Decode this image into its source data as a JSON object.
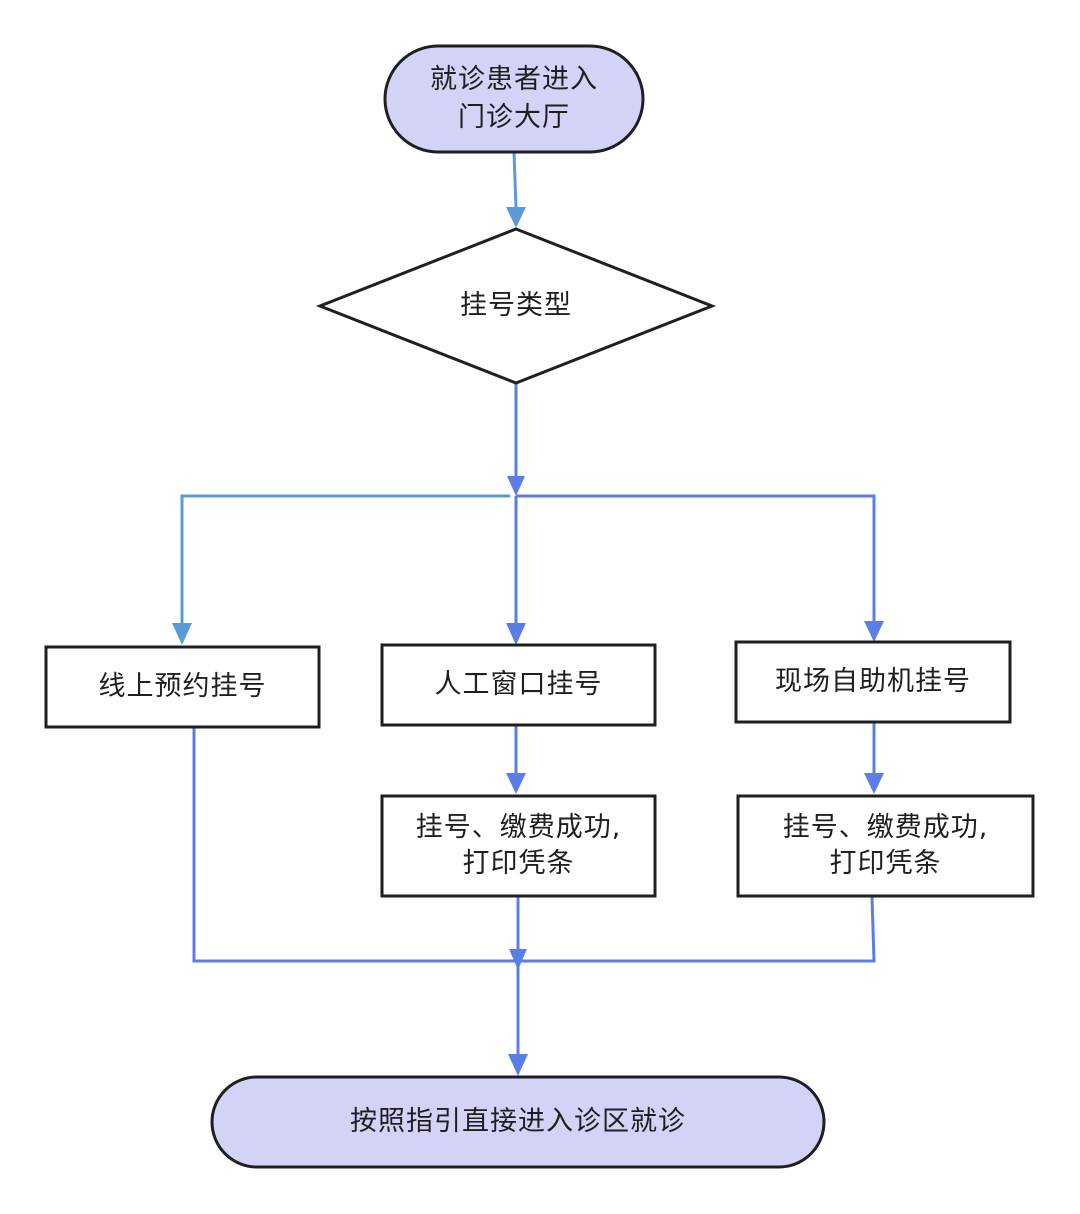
{
  "colors": {
    "terminal_fill": "#d2d3f7",
    "stroke": "#1f1f1f",
    "arrow_blue": "#5b7ee6",
    "arrow_lightblue": "#5b9bd5",
    "text": "#1f1f1f"
  },
  "nodes": {
    "start": {
      "lines": [
        "就诊患者进入",
        "门诊大厅"
      ]
    },
    "decision": {
      "text": "挂号类型"
    },
    "online": {
      "text": "线上预约挂号"
    },
    "window": {
      "text": "人工窗口挂号"
    },
    "kiosk": {
      "text": "现场自助机挂号"
    },
    "pay_window": {
      "lines": [
        "挂号、缴费成功,",
        "打印凭条"
      ]
    },
    "pay_kiosk": {
      "lines": [
        "挂号、缴费成功,",
        "打印凭条"
      ]
    },
    "end": {
      "text": "按照指引直接进入诊区就诊"
    }
  }
}
